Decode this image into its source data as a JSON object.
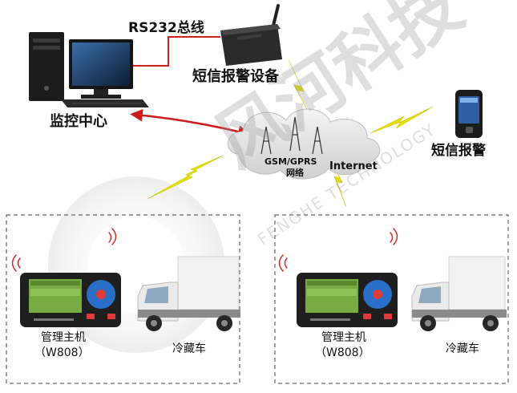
{
  "labels": {
    "bus": "RS232总线",
    "sms_device": "短信报警设备",
    "monitor_center": "监控中心",
    "network_line1": "GSM/GPRS",
    "network_line2": "网络",
    "internet": "Internet",
    "sms_alarm": "短信报警"
  },
  "sites": [
    {
      "host_name": "管理主机",
      "host_model": "（W808）",
      "truck": "冷藏车"
    },
    {
      "host_name": "管理主机",
      "host_model": "（W808）",
      "truck": "冷藏车"
    }
  ],
  "watermark": {
    "brand_cn": "风河科技",
    "brand_en": "FENGHE TECHNOLOGY"
  },
  "colors": {
    "rs232_line": "#d42020",
    "control_arrow": "#cc1c1c",
    "lightning": "#e6e000",
    "cloud": "#e4e4e4",
    "dashed_border": "#666666"
  }
}
